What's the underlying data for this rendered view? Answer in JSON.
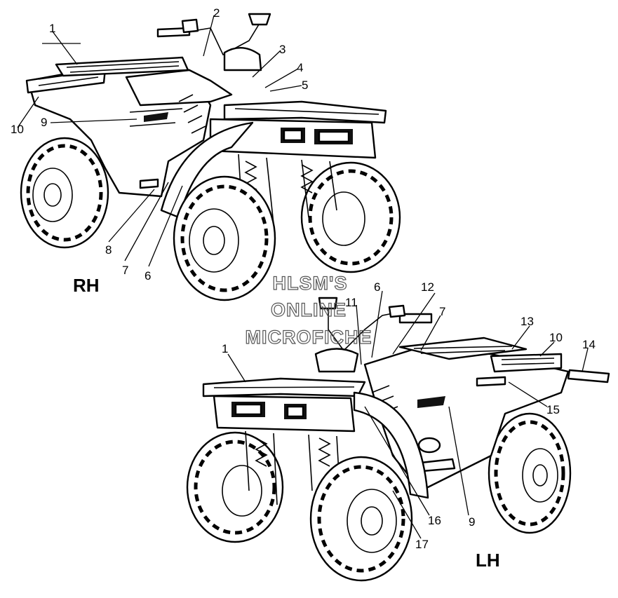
{
  "diagram": {
    "side_labels": {
      "rh": "RH",
      "lh": "LH"
    },
    "watermark": [
      "HLSM'S",
      "ONLINE",
      "MICROFICHE"
    ],
    "rh_callouts": [
      "1",
      "2",
      "3",
      "4",
      "5",
      "6",
      "7",
      "8",
      "9",
      "10"
    ],
    "lh_callouts": [
      "1",
      "6",
      "7",
      "9",
      "10",
      "11",
      "12",
      "13",
      "14",
      "15",
      "16",
      "17"
    ]
  }
}
